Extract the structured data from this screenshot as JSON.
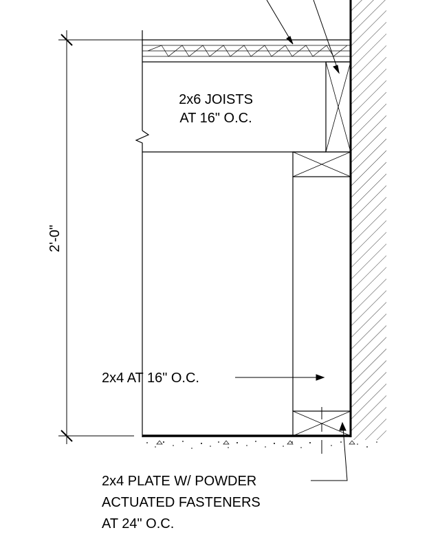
{
  "labels": {
    "joists_line1": "2x6 JOISTS",
    "joists_line2": "AT 16\" O.C.",
    "dimension": "2'-0\"",
    "studs": "2x4 AT 16\" O.C.",
    "plate_line1": "2x4 PLATE W/ POWDER",
    "plate_line2": "ACTUATED FASTENERS",
    "plate_line3": "AT 24\" O.C."
  }
}
